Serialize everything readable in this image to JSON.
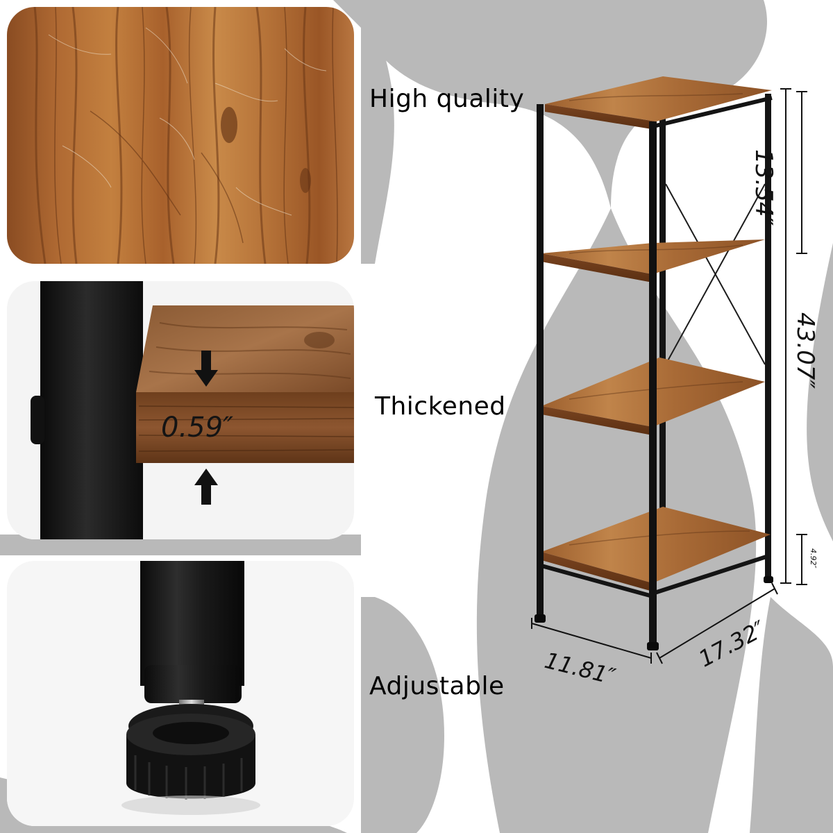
{
  "features": {
    "quality_label": "High quality",
    "thickness_label": "Thickened",
    "adjustable_label": "Adjustable"
  },
  "panel_thickness": {
    "value_label": "0.59″"
  },
  "dimensions": {
    "top_section": "13.54″",
    "total_height": "43.07″",
    "foot_height": "4.92″",
    "depth": "11.81″",
    "width": "17.32″"
  },
  "colors": {
    "background_gray": "#b9b9b9",
    "wood_light": "#b0703a",
    "wood_dark": "#6e3f1d",
    "metal_black": "#151515"
  }
}
